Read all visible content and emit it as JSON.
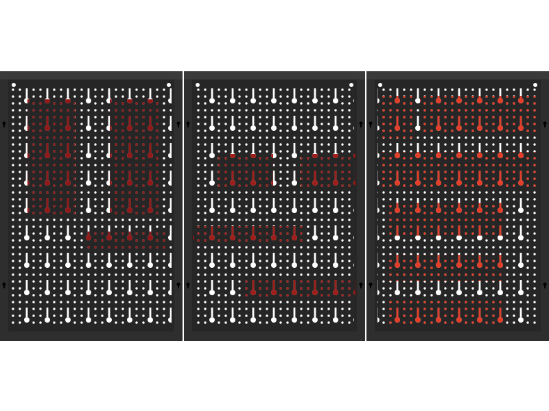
{
  "colors": {
    "background": "#ffffff",
    "frame": "#2e2e2e",
    "board": "#262626",
    "hole": "#ffffff",
    "tool_dark_red": "#7a0a0a",
    "tool_red": "#e0341e"
  },
  "panels": [
    {
      "name": "left-pegboard",
      "tool_color": "#8a0c0c"
    },
    {
      "name": "center-pegboard",
      "tool_color": "#9a120e"
    },
    {
      "name": "right-pegboard",
      "tool_color": "#e0341e"
    }
  ]
}
